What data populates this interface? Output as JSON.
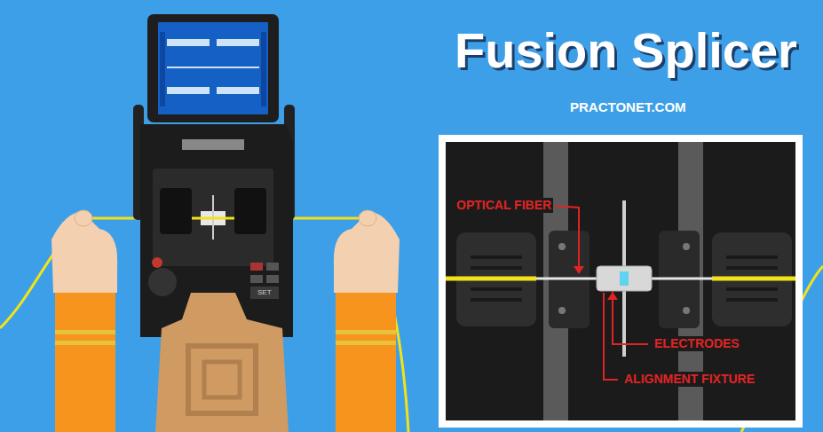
{
  "diagram": {
    "title": "Fusion Splicer",
    "labels": [
      "PRACTONET.COM",
      "SET",
      "OPTICAL FIBER",
      "ELECTRODES",
      "ALIGNMENT FIXTURE"
    ]
  }
}
